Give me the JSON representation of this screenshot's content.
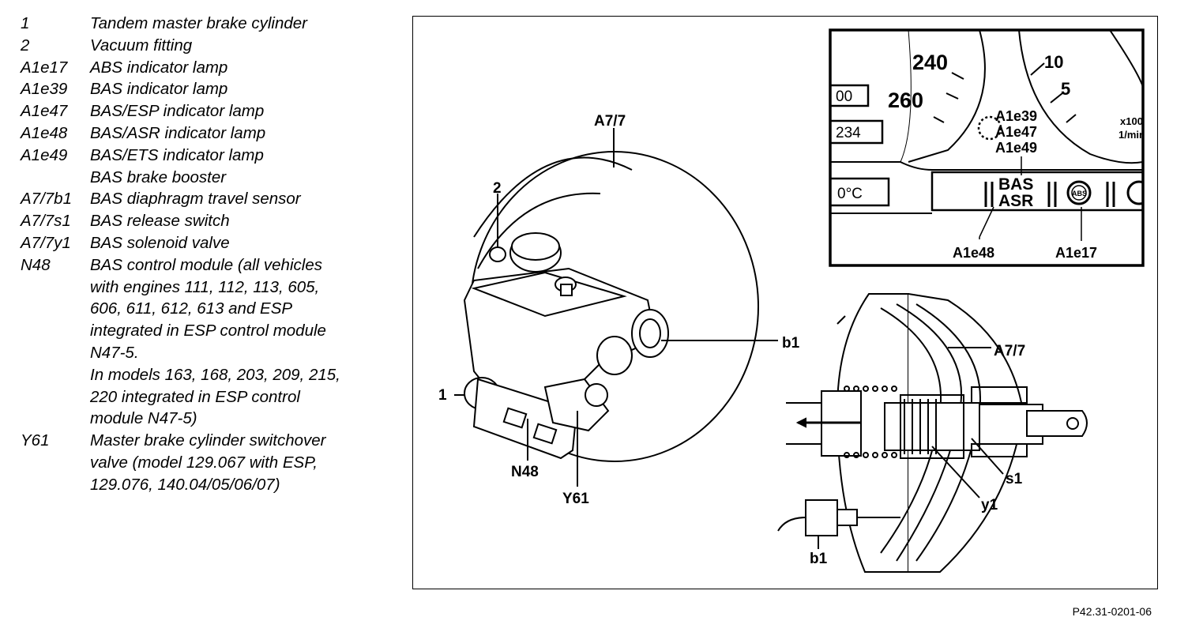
{
  "legend": [
    {
      "code": "1",
      "desc": [
        "Tandem master brake cylinder"
      ]
    },
    {
      "code": "2",
      "desc": [
        "Vacuum fitting"
      ]
    },
    {
      "code": "A1e17",
      "desc": [
        "ABS indicator lamp"
      ]
    },
    {
      "code": "A1e39",
      "desc": [
        "BAS indicator lamp"
      ]
    },
    {
      "code": "A1e47",
      "desc": [
        "BAS/ESP indicator lamp"
      ]
    },
    {
      "code": "A1e48",
      "desc": [
        "BAS/ASR indicator lamp"
      ]
    },
    {
      "code": "A1e49",
      "desc": [
        "BAS/ETS indicator lamp"
      ]
    },
    {
      "code": "",
      "desc": [
        "BAS brake booster"
      ]
    },
    {
      "code": "A7/7b1",
      "desc": [
        "BAS diaphragm travel sensor"
      ]
    },
    {
      "code": "A7/7s1",
      "desc": [
        "BAS release switch"
      ]
    },
    {
      "code": "A7/7y1",
      "desc": [
        "BAS solenoid valve"
      ]
    },
    {
      "code": "N48",
      "desc": [
        "BAS control module (all vehicles",
        "with engines 111, 112, 113, 605,",
        "606, 611, 612, 613 and ESP",
        "integrated in ESP control module",
        "N47-5.",
        "In models 163, 168, 203, 209,  215,",
        "220 integrated in ESP control",
        "module N47-5)"
      ]
    },
    {
      "code": "Y61",
      "desc": [
        "Master brake cylinder switchover",
        "valve (model 129.067 with ESP,",
        "129.076, 140.04/05/06/07)"
      ]
    }
  ],
  "labels": {
    "a77": "A7/7",
    "vac": "2",
    "b1": "b1",
    "one": "1",
    "n48": "N48",
    "y61": "Y61",
    "a77_right": "A7/7",
    "s1": "s1",
    "y1": "y1",
    "b1_lower": "b1"
  },
  "instrument": {
    "speed_240": "240",
    "speed_260": "260",
    "rpm_10": "10",
    "rpm_5": "5",
    "rpm_unit_1": "x100",
    "rpm_unit_2": "1/min",
    "odo_1": "00",
    "odo_2": "234",
    "temp": "0°C",
    "lamp_a1e39": "A1e39",
    "lamp_a1e47": "A1e47",
    "lamp_a1e49": "A1e49",
    "bas_text": "BAS",
    "asr_text": "ASR",
    "abs_text": "ABS",
    "lamp_a1e48": "A1e48",
    "lamp_a1e17": "A1e17"
  },
  "reference": "P42.31-0201-06"
}
